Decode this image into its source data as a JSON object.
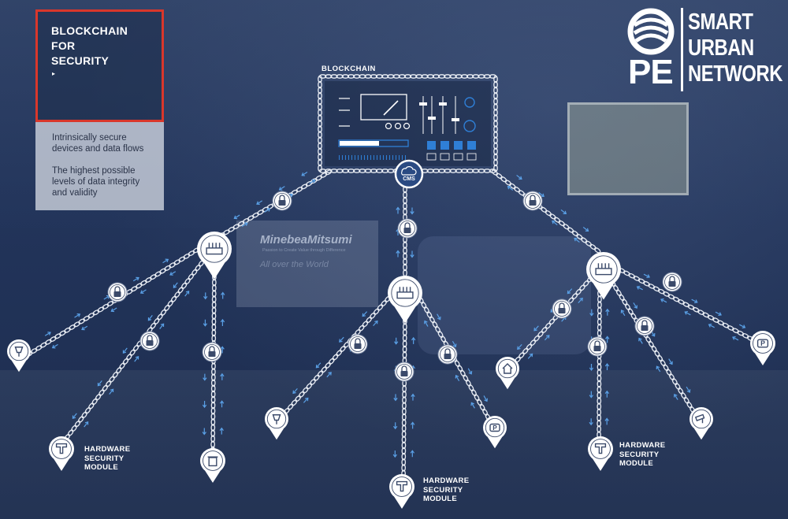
{
  "title_box": {
    "title": "BLOCKCHAIN\nFOR\nSECURITY",
    "caret": "▸"
  },
  "description": {
    "line1": "Intrinsically secure\ndevices and data flows",
    "line2": "The highest possible\nlevels of data integrity\nand validity"
  },
  "logo": {
    "mark": "PE",
    "text": "SMART\nURBAN\nNETWORK"
  },
  "diagram": {
    "blockchain_label": "BLOCKCHAIN",
    "cms_label": "CMS",
    "hsm_label": "HARDWARE\nSECURITY\nMODULE"
  },
  "background": {
    "brand": "MinebeaMitsumi",
    "brand_tagline": "Passion to Create Value through Difference",
    "brand_sub": "All over the World"
  },
  "colors": {
    "accent_red": "#d9372b",
    "chain": "#e8ecf3",
    "arrow": "#5aa0e6",
    "panel_blue": "#2f7fd6"
  }
}
